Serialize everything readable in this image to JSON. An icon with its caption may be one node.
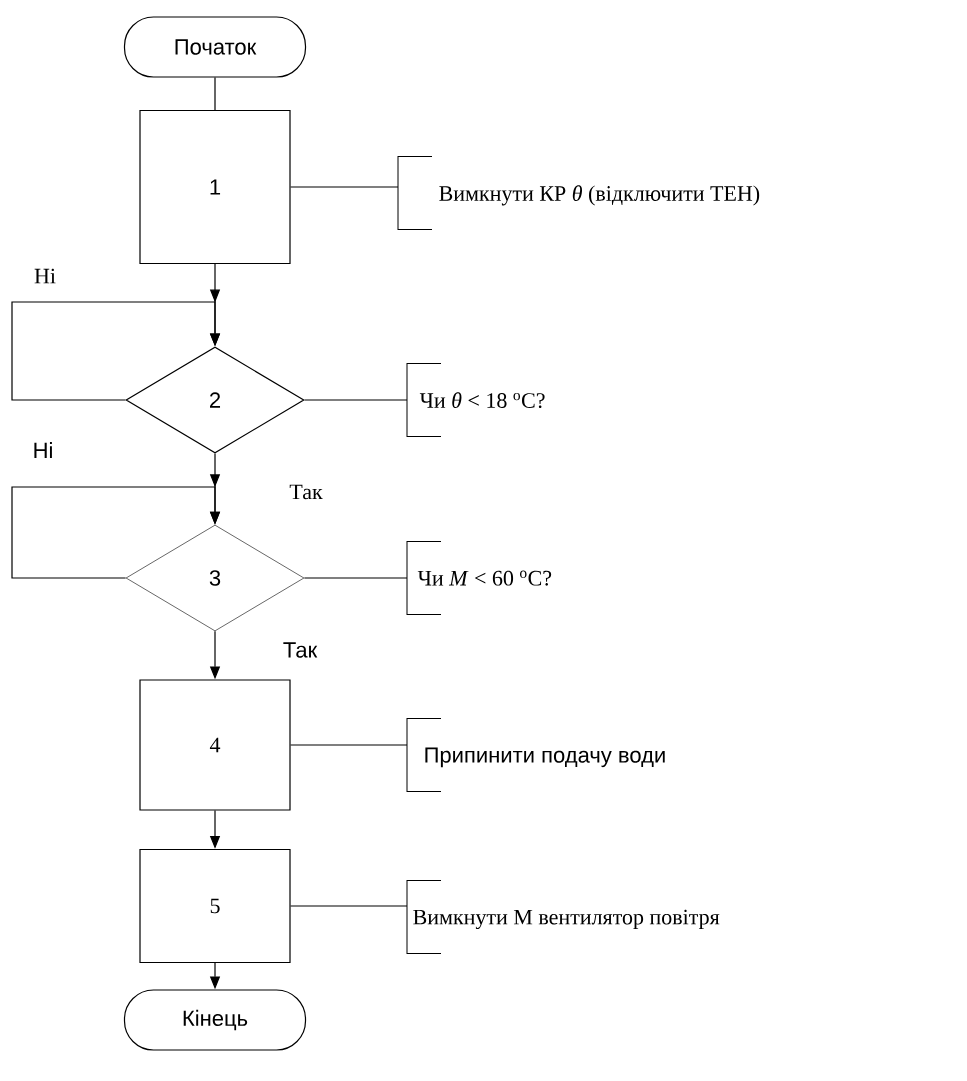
{
  "diagram": {
    "nodes": [
      {
        "text": [
          "Початок"
        ]
      },
      {
        "text": [
          "1"
        ]
      },
      {
        "text": [
          "2"
        ]
      },
      {
        "text": [
          "3"
        ]
      },
      {
        "text": [
          "4"
        ]
      },
      {
        "text": [
          "5"
        ]
      },
      {
        "text": [
          "Кінець"
        ]
      },
      {
        "text": [
          "Вимкнути КР *θ* (відключити ТЕН)"
        ]
      },
      {
        "text": [
          "Чи *θ* < 18 $^{o}$C?"
        ]
      },
      {
        "text": [
          "Чи *M* < 60 $^{o}$C?"
        ]
      },
      {
        "text": [
          "Припинити подачу води"
        ]
      },
      {
        "text": [
          "Вимкнути М вентилятор повітря"
        ]
      }
    ],
    "edges": [
      {
        "from": 0,
        "to": 1,
        "arrow": "none"
      },
      {
        "from": 1,
        "to": 2,
        "arrow": "to"
      },
      {
        "from": 2,
        "to": 2,
        "arrow": "to",
        "label": "Ні"
      },
      {
        "from": 2,
        "to": 3,
        "arrow": "to",
        "label": "Так"
      },
      {
        "from": 3,
        "to": 3,
        "arrow": "to",
        "label": "Ні"
      },
      {
        "from": 3,
        "to": 4,
        "arrow": "to",
        "label": "Так"
      },
      {
        "from": 4,
        "to": 5,
        "arrow": "to"
      },
      {
        "from": 5,
        "to": 6,
        "arrow": "to"
      },
      {
        "from": 1,
        "to": 7,
        "arrow": "none"
      },
      {
        "from": 2,
        "to": 8,
        "arrow": "none"
      },
      {
        "from": 3,
        "to": 9,
        "arrow": "none"
      },
      {
        "from": 4,
        "to": 10,
        "arrow": "none"
      },
      {
        "from": 5,
        "to": 11,
        "arrow": "none"
      }
    ]
  }
}
